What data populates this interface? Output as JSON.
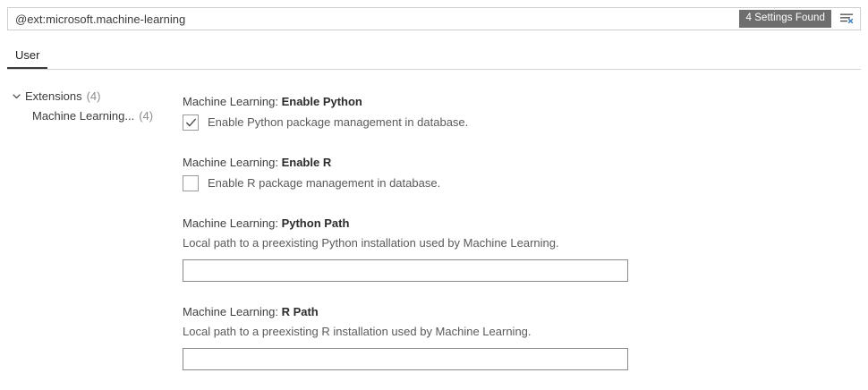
{
  "search": {
    "value": "@ext:microsoft.machine-learning",
    "placeholder": "Search settings",
    "results_badge": "4 Settings Found",
    "clear_filter_icon": "clear-filter-icon"
  },
  "tabs": [
    {
      "label": "User",
      "active": true
    }
  ],
  "toc": [
    {
      "label": "Extensions",
      "count": "(4)",
      "level": 0,
      "expanded": true,
      "icon": "chevron-down-icon"
    },
    {
      "label": "Machine Learning...",
      "count": "(4)",
      "level": 1,
      "expanded": false,
      "icon": ""
    }
  ],
  "settings": [
    {
      "category": "Machine Learning: ",
      "name": "Enable Python",
      "type": "boolean",
      "checked": true,
      "label": "Enable Python package management in database."
    },
    {
      "category": "Machine Learning: ",
      "name": "Enable R",
      "type": "boolean",
      "checked": false,
      "label": "Enable R package management in database."
    },
    {
      "category": "Machine Learning: ",
      "name": "Python Path",
      "type": "string",
      "description": "Local path to a preexisting Python installation used by Machine Learning.",
      "value": "",
      "placeholder": ""
    },
    {
      "category": "Machine Learning: ",
      "name": "R Path",
      "type": "string",
      "description": "Local path to a preexisting R installation used by Machine Learning.",
      "value": "",
      "placeholder": ""
    }
  ],
  "colors": {
    "badge_bg": "#6e6e6e",
    "badge_text": "#ffffff",
    "accent_x": "#3f7fbf",
    "tab_active_underline": "#3a3a3a",
    "border": "#cecece",
    "input_border": "#8a8a8a",
    "text": "#3b3b3b",
    "muted_text": "#8c8c8c"
  }
}
